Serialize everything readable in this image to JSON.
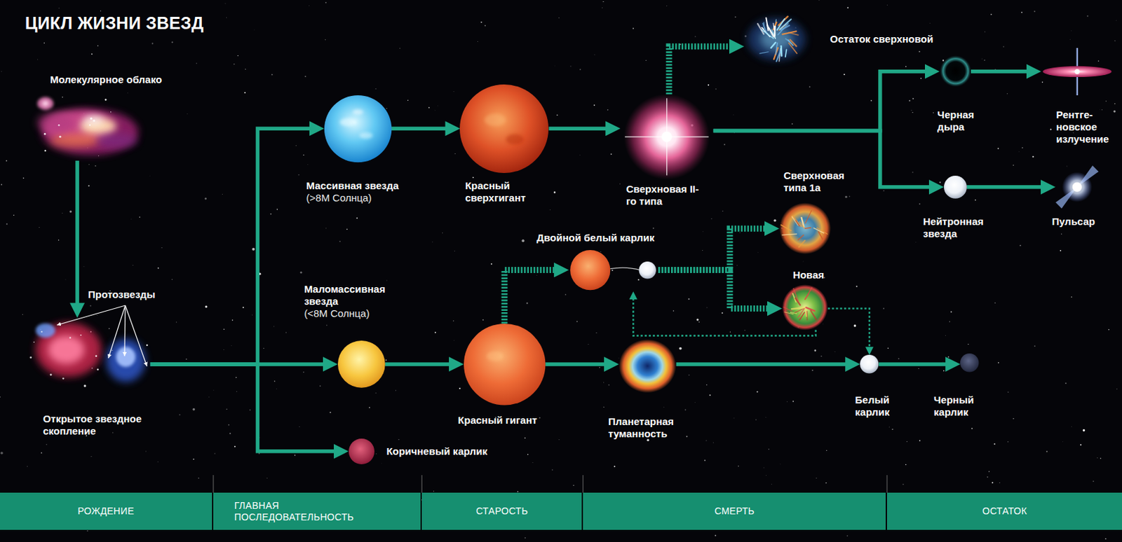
{
  "diagram": {
    "title": "ЦИКЛ ЖИЗНИ ЗВЕЗД",
    "nodes": [
      {
        "text": [
          "Молекулярное облако"
        ]
      },
      {
        "text": [
          "Открытое звездное скопление"
        ]
      },
      {
        "text": [
          "Массивная звезда",
          "(>8M Солнца)"
        ]
      },
      {
        "text": [
          "Маломассивная звезда",
          "(<8M Солнца)"
        ]
      },
      {
        "text": [
          "Коричневый карлик"
        ]
      },
      {
        "text": [
          "Красный сверхгигант"
        ]
      },
      {
        "text": [
          "Красный гигант"
        ]
      },
      {
        "text": [
          "Двойной белый карлик"
        ]
      },
      {
        "text": [
          "Остаток сверхновой"
        ]
      },
      {
        "text": [
          "Сверхновая II-го типа"
        ]
      },
      {
        "text": [
          "Планетарная туманность"
        ]
      },
      {
        "text": [
          "Сверхновая типа 1а"
        ]
      },
      {
        "text": [
          "Новая"
        ]
      },
      {
        "text": [
          "Белый карлик"
        ]
      },
      {
        "text": [
          "Черная дыра"
        ]
      },
      {
        "text": [
          "Нейтронная звезда"
        ]
      },
      {
        "text": [
          "Черный карлик"
        ]
      },
      {
        "text": [
          "Рентге- новское излучение"
        ]
      },
      {
        "text": [
          "Пульсар"
        ]
      },
      {
        "text": [
          "РОЖДЕНИЕ"
        ]
      },
      {
        "text": [
          "ГЛАВНАЯ ПОСЛЕДОВАТЕЛЬНОСТЬ"
        ]
      },
      {
        "text": [
          "СТАРОСТЬ"
        ]
      },
      {
        "text": [
          "СМЕРТЬ"
        ]
      },
      {
        "text": [
          "ОСТАТОК"
        ]
      }
    ],
    "edges": [
      {
        "from": 0,
        "to": 1,
        "arrow": "to"
      },
      {
        "from": 1,
        "to": 2,
        "arrow": "to"
      },
      {
        "from": 1,
        "to": 3,
        "arrow": "to"
      },
      {
        "from": 1,
        "to": 4,
        "arrow": "to"
      },
      {
        "from": 2,
        "to": 5,
        "arrow": "to"
      },
      {
        "from": 3,
        "to": 6,
        "arrow": "to"
      },
      {
        "from": 5,
        "to": 9,
        "arrow": "to"
      },
      {
        "from": 6,
        "to": 7,
        "arrow": "to"
      },
      {
        "from": 6,
        "to": 10,
        "arrow": "to"
      },
      {
        "from": 9,
        "to": 8,
        "arrow": "to"
      },
      {
        "from": 9,
        "to": 14,
        "arrow": "to"
      },
      {
        "from": 9,
        "to": 15,
        "arrow": "to"
      },
      {
        "from": 7,
        "to": 11,
        "arrow": "to"
      },
      {
        "from": 7,
        "to": 12,
        "arrow": "to"
      },
      {
        "from": 10,
        "to": 13,
        "arrow": "to"
      },
      {
        "from": 12,
        "to": 13,
        "arrow": "to"
      },
      {
        "from": 12,
        "to": 7,
        "arrow": "to"
      },
      {
        "from": 14,
        "to": 17,
        "arrow": "to"
      },
      {
        "from": 15,
        "to": 18,
        "arrow": "to"
      },
      {
        "from": 13,
        "to": 16,
        "arrow": "to"
      }
    ],
    "labels": [
      "Протозвезды"
    ]
  }
}
